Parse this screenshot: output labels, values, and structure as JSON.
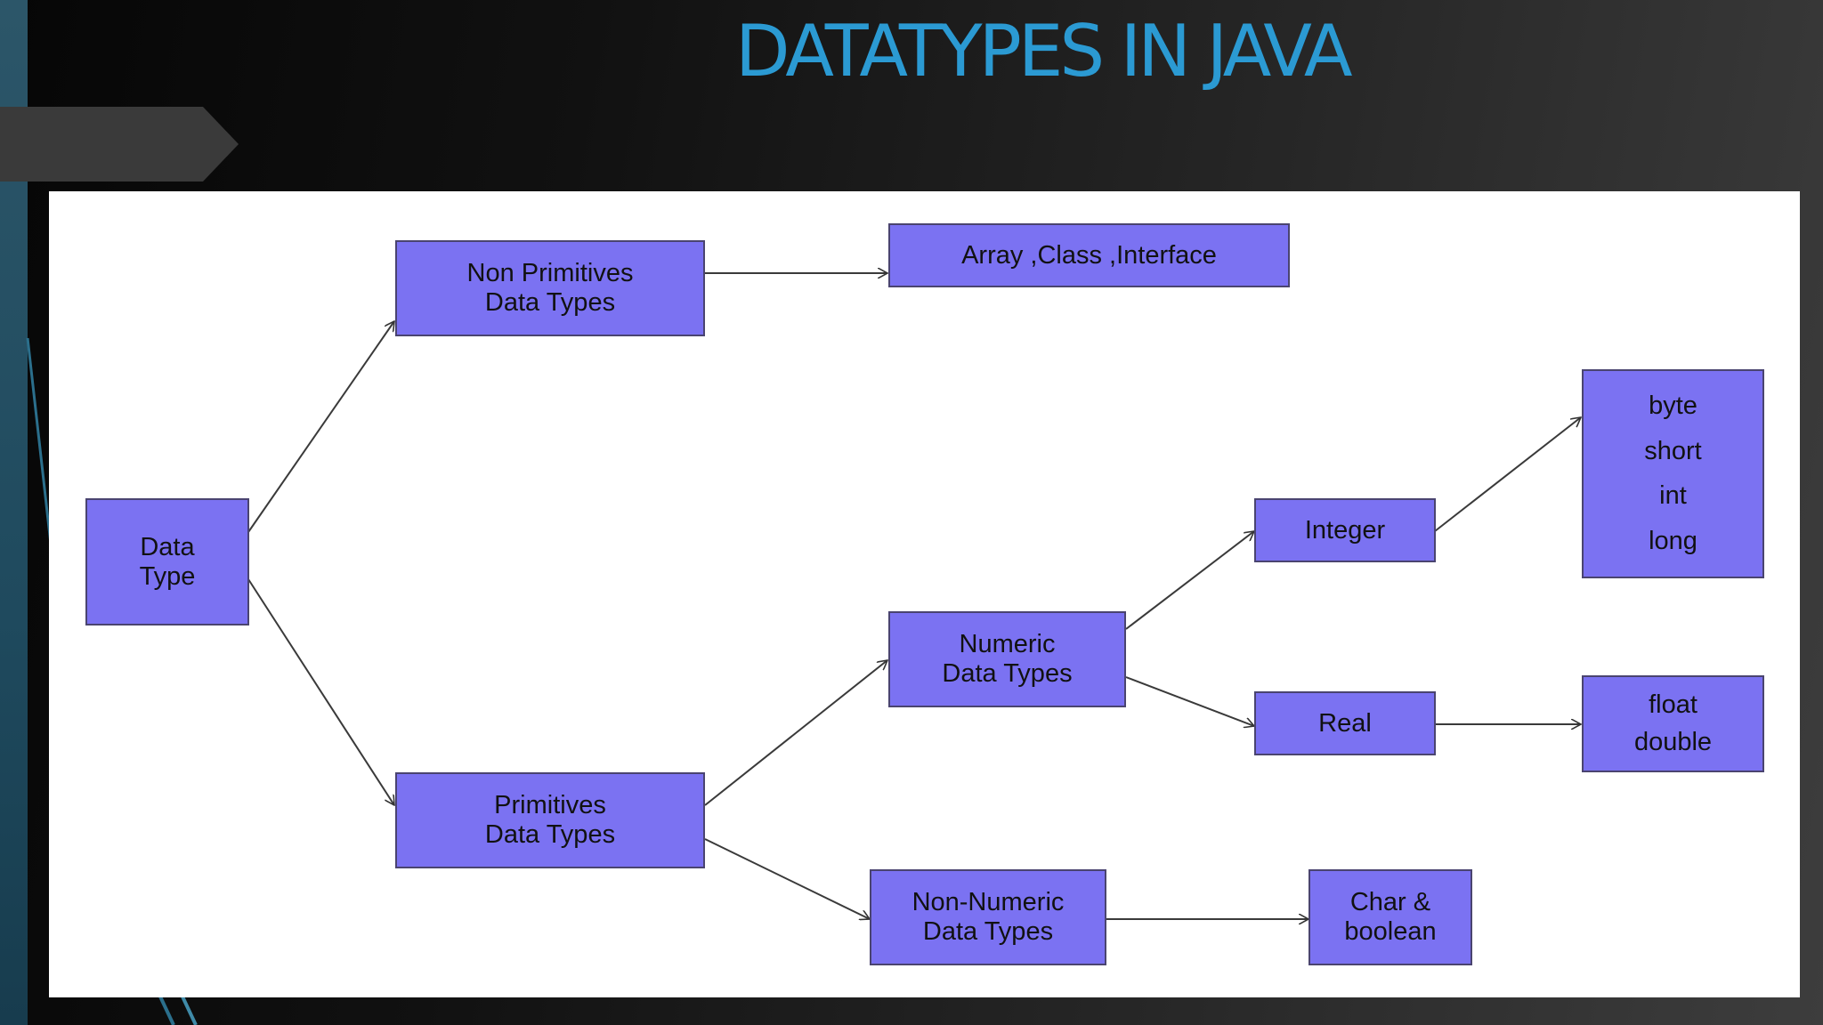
{
  "slide": {
    "title": "DATATYPES IN JAVA"
  },
  "diagram": {
    "nodes": {
      "data_type": {
        "line1": "Data",
        "line2": "Type"
      },
      "non_primitives": {
        "line1": "Non Primitives",
        "line2": "Data Types"
      },
      "array_class_interface": {
        "label": "Array ,Class ,Interface"
      },
      "primitives": {
        "line1": "Primitives",
        "line2": "Data Types"
      },
      "numeric": {
        "line1": "Numeric",
        "line2": "Data Types"
      },
      "non_numeric": {
        "line1": "Non-Numeric",
        "line2": "Data Types"
      },
      "integer": {
        "label": "Integer"
      },
      "real": {
        "label": "Real"
      },
      "char_boolean": {
        "line1": "Char &",
        "line2": "boolean"
      },
      "integer_types": [
        "byte",
        "short",
        "int",
        "long"
      ],
      "real_types": [
        "float",
        "double"
      ]
    },
    "edges": [
      {
        "from": "Data Type",
        "to": "Non Primitives Data Types"
      },
      {
        "from": "Data Type",
        "to": "Primitives Data Types"
      },
      {
        "from": "Non Primitives Data Types",
        "to": "Array ,Class ,Interface"
      },
      {
        "from": "Primitives Data Types",
        "to": "Numeric Data Types"
      },
      {
        "from": "Primitives Data Types",
        "to": "Non-Numeric Data Types"
      },
      {
        "from": "Numeric Data Types",
        "to": "Integer"
      },
      {
        "from": "Numeric Data Types",
        "to": "Real"
      },
      {
        "from": "Integer",
        "to": "byte short int long"
      },
      {
        "from": "Real",
        "to": "float double"
      },
      {
        "from": "Non-Numeric Data Types",
        "to": "Char & boolean"
      }
    ],
    "colors": {
      "node_fill": "#7b72f2",
      "node_border": "#4a4470",
      "title": "#2b9ad3",
      "panel": "#ffffff"
    }
  }
}
